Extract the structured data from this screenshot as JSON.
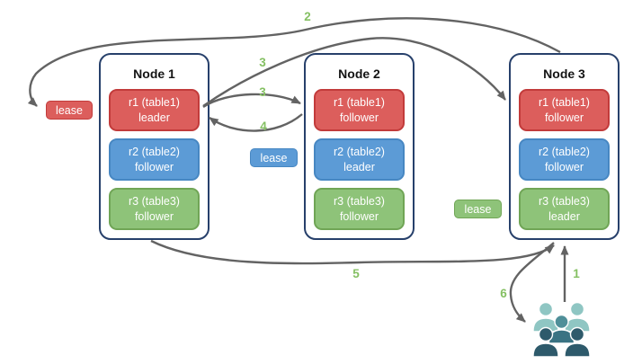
{
  "nodes": [
    {
      "title": "Node 1",
      "replicas": [
        {
          "name": "r1 (table1)",
          "role": "leader",
          "color": "red"
        },
        {
          "name": "r2 (table2)",
          "role": "follower",
          "color": "blue"
        },
        {
          "name": "r3 (table3)",
          "role": "follower",
          "color": "green"
        }
      ]
    },
    {
      "title": "Node 2",
      "replicas": [
        {
          "name": "r1 (table1)",
          "role": "follower",
          "color": "red"
        },
        {
          "name": "r2 (table2)",
          "role": "leader",
          "color": "blue"
        },
        {
          "name": "r3 (table3)",
          "role": "follower",
          "color": "green"
        }
      ]
    },
    {
      "title": "Node 3",
      "replicas": [
        {
          "name": "r1 (table1)",
          "role": "follower",
          "color": "red"
        },
        {
          "name": "r2 (table2)",
          "role": "follower",
          "color": "blue"
        },
        {
          "name": "r3 (table3)",
          "role": "leader",
          "color": "green"
        }
      ]
    }
  ],
  "leases": [
    {
      "label": "lease",
      "color": "red"
    },
    {
      "label": "lease",
      "color": "blue"
    },
    {
      "label": "lease",
      "color": "green"
    }
  ],
  "steps": [
    {
      "label": "1"
    },
    {
      "label": "2"
    },
    {
      "label": "3"
    },
    {
      "label": "3"
    },
    {
      "label": "4"
    },
    {
      "label": "5"
    },
    {
      "label": "6"
    }
  ],
  "icons": {
    "users": "users-icon"
  },
  "colors": {
    "replica_red": "#dc5e5c",
    "replica_red_border": "#c23b3b",
    "replica_blue": "#5c9bd6",
    "replica_blue_border": "#4787c2",
    "replica_green": "#8ec379",
    "replica_green_border": "#70a556",
    "node_border": "#27406b",
    "arrow": "#636363",
    "step_number": "#85c063",
    "users_light": "#8fc6c3",
    "users_mid_head": "#4f8f99",
    "users_mid_body": "#3a7383",
    "users_dark": "#2e5a6b"
  }
}
